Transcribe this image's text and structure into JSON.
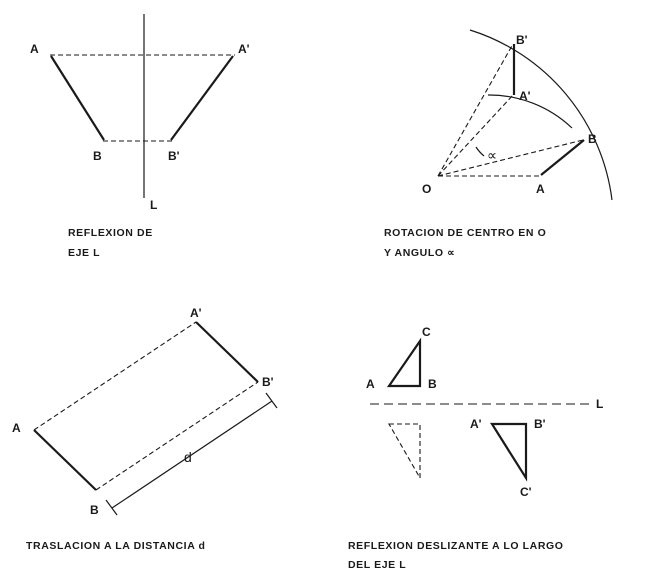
{
  "panels": {
    "reflection": {
      "caption_line1": "REFLEXION DE",
      "caption_line2": "EJE L",
      "labels": {
        "A": "A",
        "A_prime": "A'",
        "B": "B",
        "B_prime": "B'",
        "axis": "L"
      }
    },
    "rotation": {
      "caption_line1": "ROTACION DE CENTRO EN O",
      "caption_line2": "Y ANGULO ∝",
      "labels": {
        "O": "O",
        "A": "A",
        "B": "B",
        "A_prime": "A'",
        "B_prime": "B'",
        "angle": "∝"
      }
    },
    "translation": {
      "caption": "TRASLACION A LA DISTANCIA d",
      "labels": {
        "A": "A",
        "B": "B",
        "A_prime": "A'",
        "B_prime": "B'",
        "distance": "d"
      }
    },
    "glide_reflection": {
      "caption_line1": "REFLEXION DESLIZANTE A LO LARGO",
      "caption_line2": "DEL EJE L",
      "labels": {
        "A": "A",
        "B": "B",
        "C": "C",
        "A_prime": "A'",
        "B_prime": "B'",
        "C_prime": "C'",
        "axis": "L"
      }
    }
  }
}
